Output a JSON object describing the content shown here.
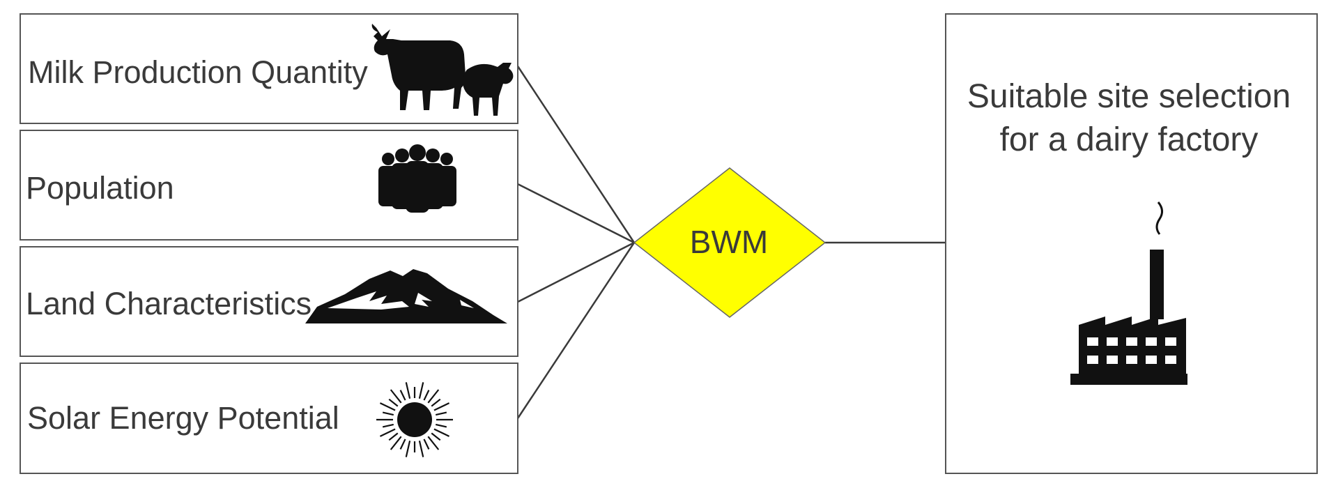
{
  "criteria": [
    {
      "label": "Milk Production Quantity",
      "icon": "cow-sheep-icon"
    },
    {
      "label": "Population",
      "icon": "people-group-icon"
    },
    {
      "label": "Land Characteristics",
      "icon": "mountain-icon"
    },
    {
      "label": "Solar Energy Potential",
      "icon": "sun-icon"
    }
  ],
  "method": {
    "label": "BWM",
    "color": "#ffff00"
  },
  "goal": {
    "line1": "Suitable site selection",
    "line2": "for a dairy factory",
    "icon": "factory-icon"
  },
  "colors": {
    "stroke": "#3a3a3a",
    "text": "#3a3a3a",
    "icon": "#111111"
  }
}
